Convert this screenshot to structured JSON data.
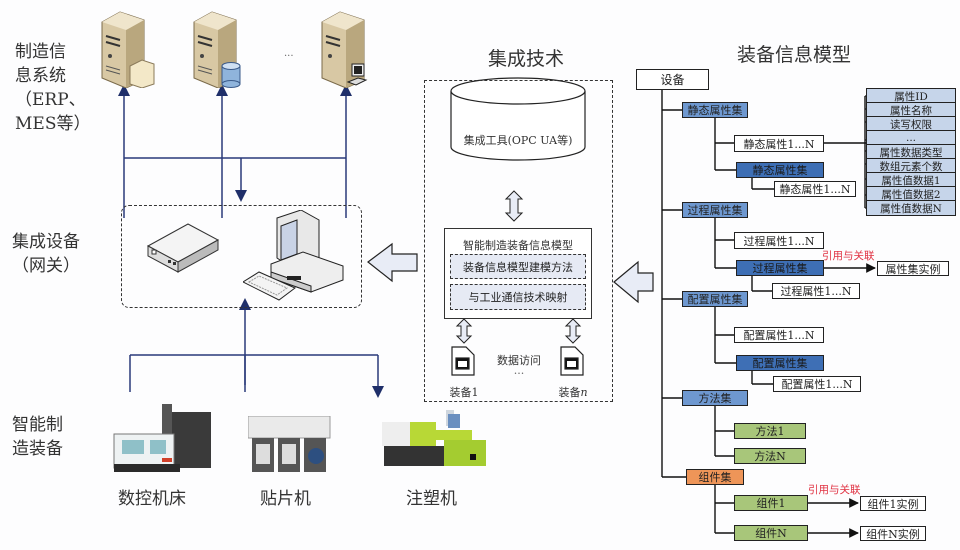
{
  "left": {
    "mis_label_lines": [
      "制造信",
      "息系统",
      "（ERP、",
      "MES等）"
    ],
    "servers": [
      {
        "name": "server-folder",
        "icon": "folder-icon"
      },
      {
        "name": "server-database",
        "icon": "database-icon"
      },
      {
        "name": "server-workstation",
        "icon": "workstation-icon"
      }
    ],
    "ellipsis": "...",
    "gateway_label_lines": [
      "集成设备",
      "（网关）"
    ],
    "equipment_label_lines": [
      "智能制",
      "造装备"
    ],
    "machines": [
      "数控机床",
      "贴片机",
      "注塑机"
    ]
  },
  "middle": {
    "title": "集成技术",
    "tool": "集成工具(OPC UA等)",
    "model_title": "智能制造装备信息模型",
    "method": "装备信息模型建模方法",
    "mapping": "与工业通信技术映射",
    "data_access": "数据访问",
    "ellipsis": "...",
    "device_1": "装备1",
    "device_n_prefix": "装备",
    "device_n_suffix": "n"
  },
  "right": {
    "title": "装备信息模型",
    "root": "设备",
    "static_set": "静态属性集",
    "static_attr": "静态属性1...N",
    "static_set_nested": "静态属性集",
    "static_attr_nested": "静态属性1...N",
    "attr_fields": [
      "属性ID",
      "属性名称",
      "读写权限",
      "...",
      "属性数据类型",
      "数组元素个数",
      "属性值数据1",
      "属性值数据2",
      "属性值数据N"
    ],
    "process_set": "过程属性集",
    "process_attr": "过程属性1...N",
    "process_set_nested": "过程属性集",
    "process_attr_nested": "过程属性1...N",
    "ref_label": "引用与关联",
    "attr_set_instance": "属性集实例",
    "config_set": "配置属性集",
    "config_attr": "配置属性1...N",
    "config_set_nested": "配置属性集",
    "config_attr_nested": "配置属性1...N",
    "method_set": "方法集",
    "method_1": "方法1",
    "method_n": "方法N",
    "component_set": "组件集",
    "component_ref_label": "引用与关联",
    "component_1": "组件1",
    "component_n": "组件N",
    "component_1_instance": "组件1实例",
    "component_n_instance": "组件N实例"
  },
  "colors": {
    "arrow_navy": "#1f2f6a",
    "set_blue_dark": "#3e6fb5",
    "set_blue_mid": "#6e98d0",
    "field_blue": "#c6d5ea",
    "method_green": "#a8c67a",
    "component_orange": "#ee9558",
    "ref_red": "#e03040",
    "block_arrow_fill": "#e8ecf6"
  }
}
